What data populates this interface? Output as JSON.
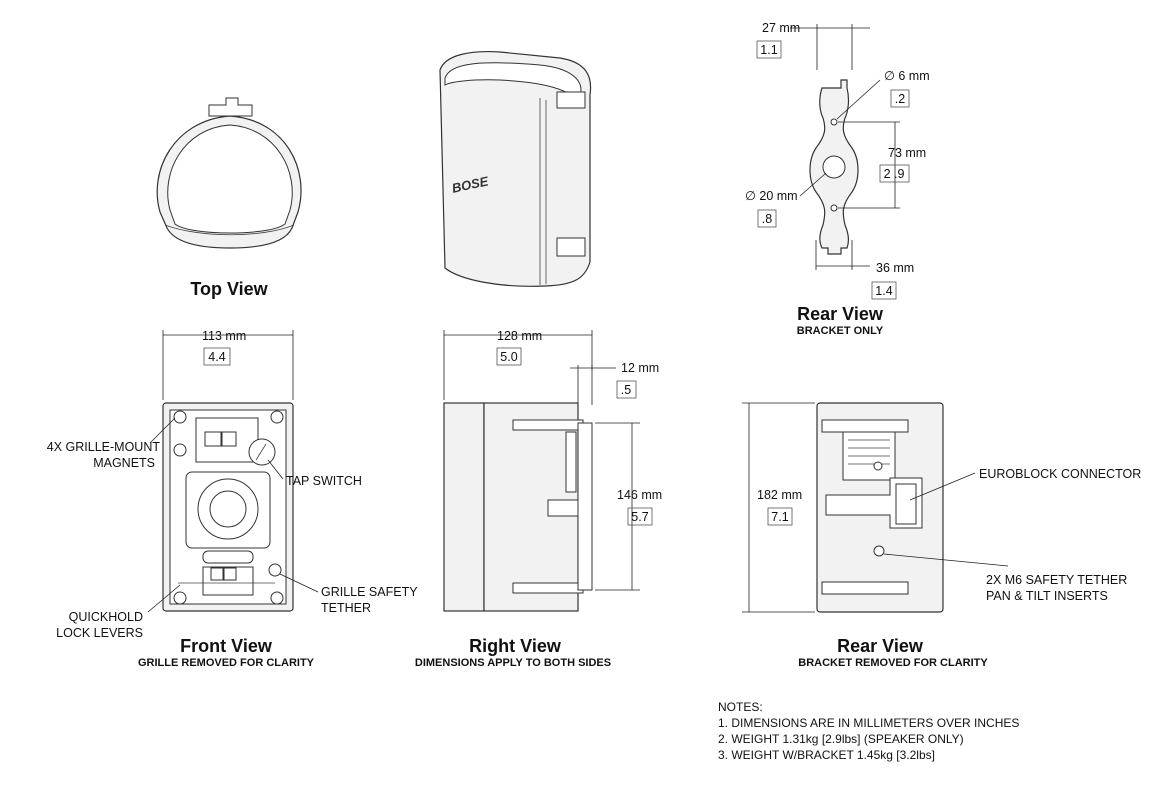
{
  "views": {
    "top": {
      "title": "Top View"
    },
    "rear_bracket": {
      "title": "Rear View",
      "subtitle": "BRACKET ONLY"
    },
    "front": {
      "title": "Front View",
      "subtitle": "GRILLE REMOVED FOR CLARITY"
    },
    "right": {
      "title": "Right View",
      "subtitle": "DIMENSIONS APPLY TO BOTH SIDES"
    },
    "rear": {
      "title": "Rear View",
      "subtitle": "BRACKET REMOVED FOR CLARITY"
    }
  },
  "dimensions": {
    "bracket_width": {
      "mm": "27 mm",
      "in": "1.1"
    },
    "bracket_hole": {
      "mm": "∅ 6 mm",
      "in": ".2"
    },
    "bracket_spacing": {
      "mm": "73 mm",
      "in": "2 .9"
    },
    "bracket_center": {
      "mm": "∅ 20 mm",
      "in": ".8"
    },
    "bracket_base": {
      "mm": "36 mm",
      "in": "1.4"
    },
    "front_width": {
      "mm": "113 mm",
      "in": "4.4"
    },
    "depth": {
      "mm": "128 mm",
      "in": "5.0"
    },
    "bracket_offset": {
      "mm": "12 mm",
      "in": ".5"
    },
    "side_height": {
      "mm": "146 mm",
      "in": "5.7"
    },
    "rear_height": {
      "mm": "182 mm",
      "in": "7.1"
    }
  },
  "callouts": {
    "magnets": [
      "4X GRILLE-MOUNT",
      "MAGNETS"
    ],
    "tap_switch": "TAP SWITCH",
    "grille_tether": [
      "GRILLE SAFETY",
      "TETHER"
    ],
    "quickhold": [
      "QUICKHOLD",
      "LOCK LEVERS"
    ],
    "euroblock": "EUROBLOCK CONNECTOR",
    "m6": [
      "2X M6 SAFETY TETHER",
      "PAN & TILT INSERTS"
    ]
  },
  "brand_logo": "BOSE",
  "notes": {
    "heading": "NOTES:",
    "items": [
      "1. DIMENSIONS ARE IN MILLIMETERS OVER INCHES",
      "2. WEIGHT 1.31kg [2.9lbs] (SPEAKER ONLY)",
      "3. WEIGHT W/BRACKET 1.45kg [3.2lbs]"
    ]
  }
}
